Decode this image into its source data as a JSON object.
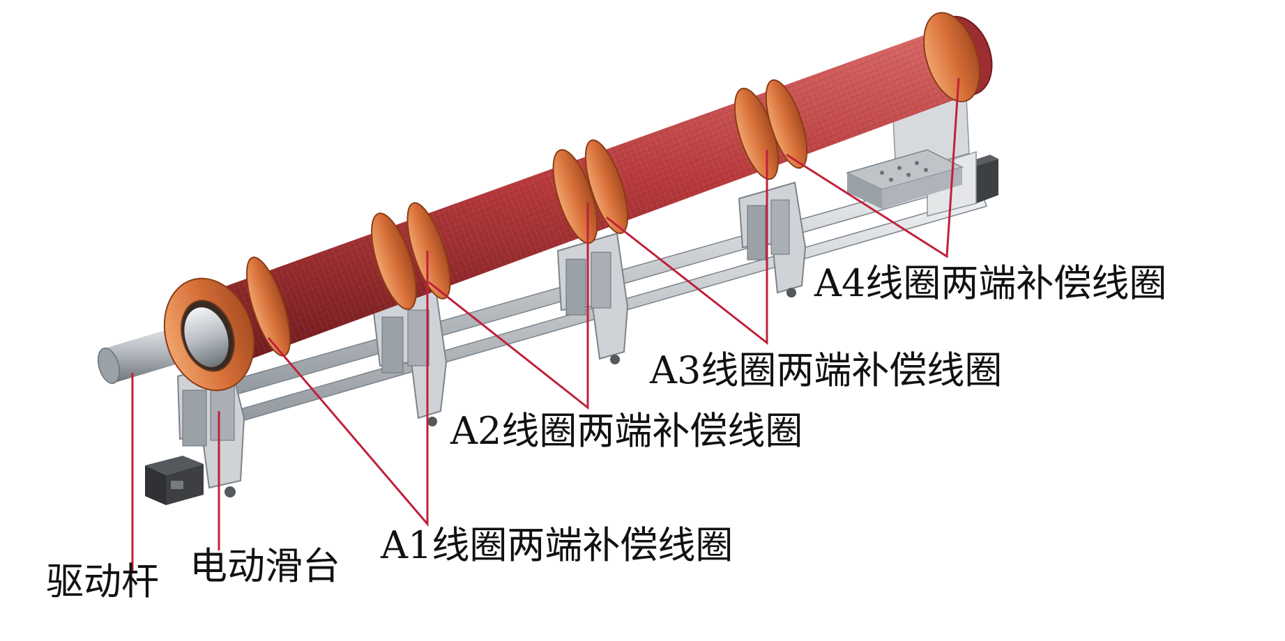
{
  "labels": {
    "drive_rod": "驱动杆",
    "electric_slide": "电动滑台",
    "a1": "A1线圈两端补偿线圈",
    "a2": "A2线圈两端补偿线圈",
    "a3": "A3线圈两端补偿线圈",
    "a4": "A4线圈两端补偿线圈"
  },
  "colors": {
    "tube": "#b83a3c",
    "tube_dark": "#7a1f22",
    "flange": "#d9713a",
    "leader": "#c0203a",
    "metal": "#c9ced3",
    "metal_dark": "#8d949b",
    "base": "#3d3f42"
  }
}
